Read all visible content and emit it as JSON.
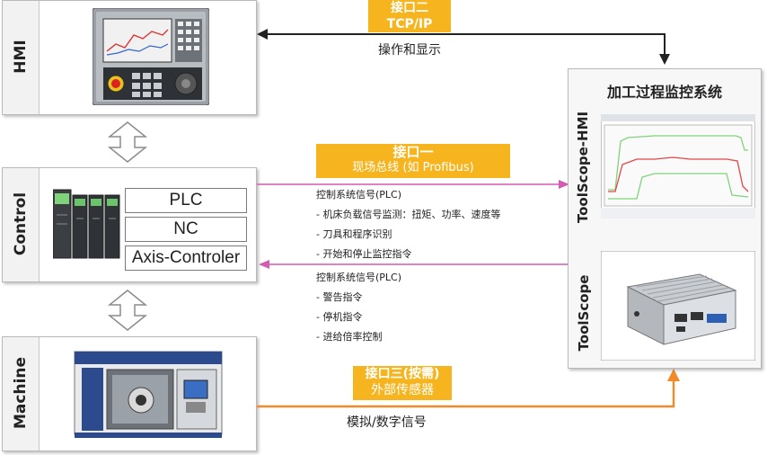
{
  "rows": {
    "hmi": "HMI",
    "control": "Control",
    "machine": "Machine"
  },
  "control_modules": [
    "PLC",
    "NC",
    "Axis-Controler"
  ],
  "monitor": {
    "title": "加工过程监控系统",
    "hmi_label": "ToolScope-HMI",
    "device_label": "ToolScope"
  },
  "interface2": {
    "name": "接口二",
    "protocol": "TCP/IP",
    "caption": "操作和显示"
  },
  "interface1": {
    "name": "接口一",
    "bus": "现场总线 (如 Profibus)"
  },
  "signals_in": {
    "title": "控制系统信号(PLC)",
    "items": [
      "- 机床负载信号监测：扭矩、功率、速度等",
      "- 刀具和程序识别",
      "- 开始和停止监控指令"
    ]
  },
  "signals_out": {
    "title": "控制系统信号(PLC)",
    "items": [
      "- 警告指令",
      "- 停机指令",
      "- 进给倍率控制"
    ]
  },
  "interface3": {
    "name": "接口三(按需)",
    "sensor": "外部传感器",
    "caption": "模拟/数字信号"
  },
  "colors": {
    "badge": "#f6b51e",
    "pink_arrow": "#d35bb0",
    "orange_arrow": "#f28a2a",
    "black_arrow": "#222222"
  }
}
